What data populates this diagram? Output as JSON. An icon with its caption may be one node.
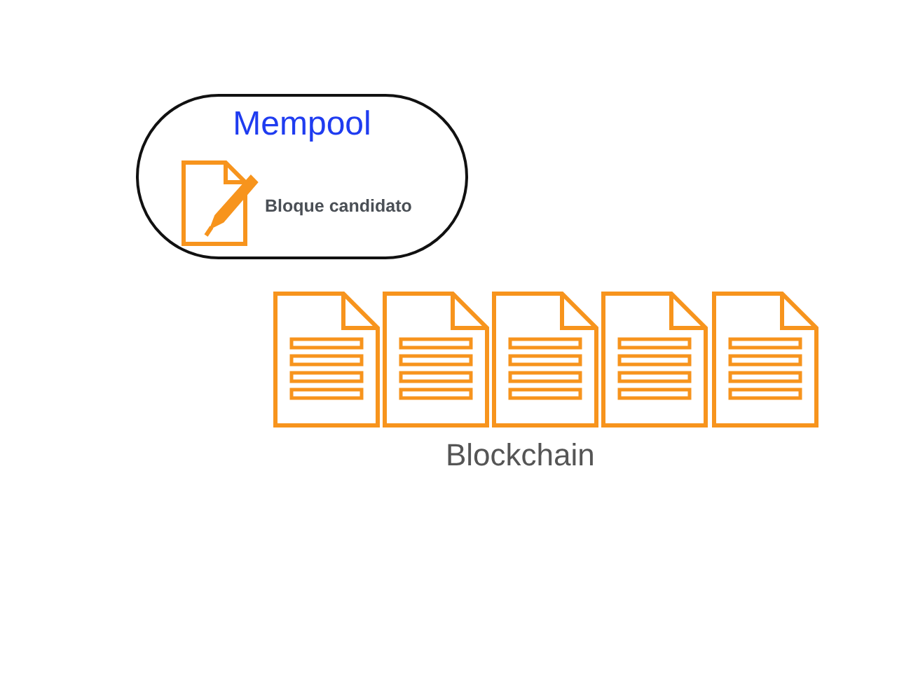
{
  "diagram": {
    "nodes": [
      {
        "text": [
          "Mempool",
          "Bloque candidato"
        ]
      }
    ],
    "labels": [
      "Blockchain"
    ]
  }
}
